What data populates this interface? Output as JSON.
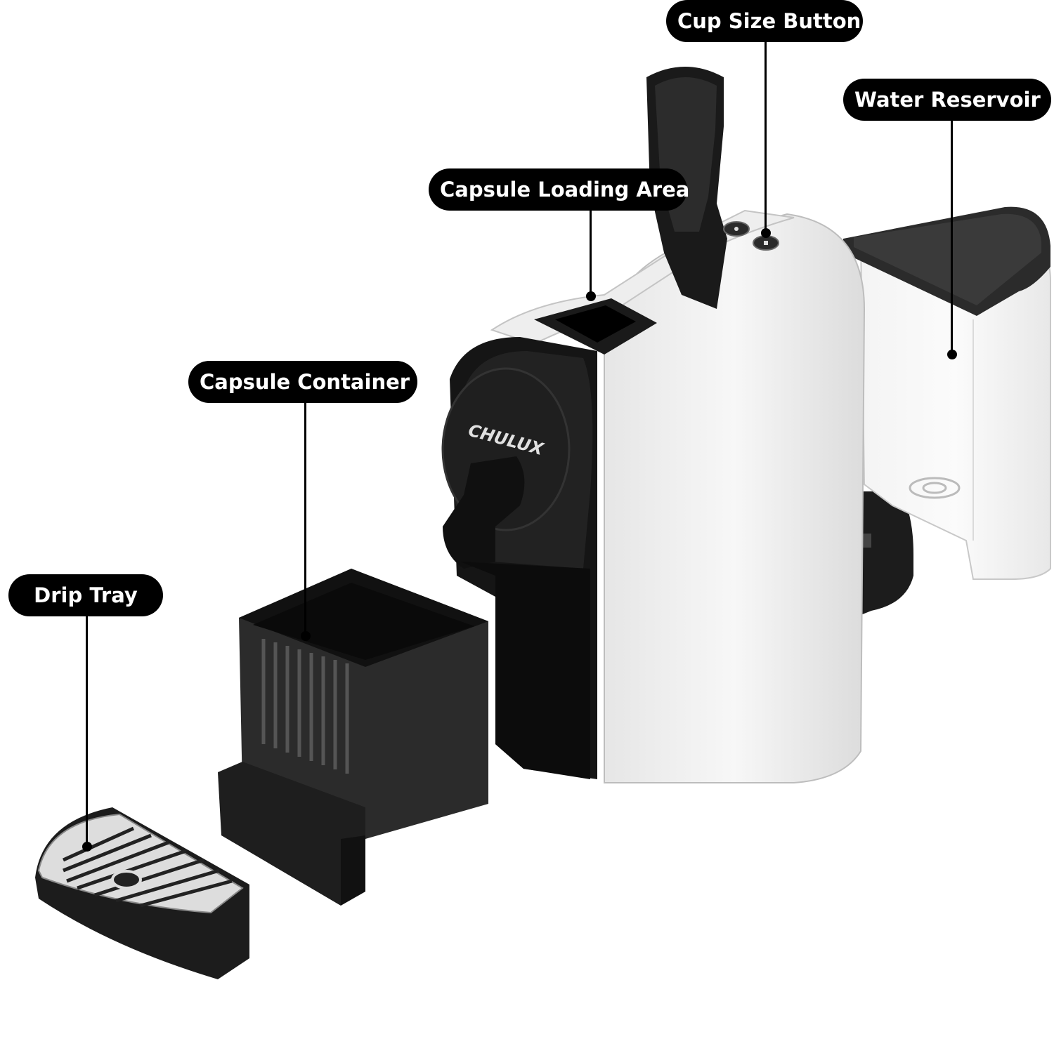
{
  "labels": {
    "cup_size_button": "Cup Size Button",
    "water_reservoir": "Water Reservoir",
    "capsule_loading_area": "Capsule Loading Area",
    "capsule_container": "Capsule Container",
    "drip_tray": "Drip Tray"
  },
  "brand": "CHULUX",
  "colors": {
    "label_bg": "#000000",
    "label_text": "#ffffff",
    "machine_body": "#f2f2f2",
    "machine_dark": "#1a1a1a",
    "background": "#ffffff"
  }
}
